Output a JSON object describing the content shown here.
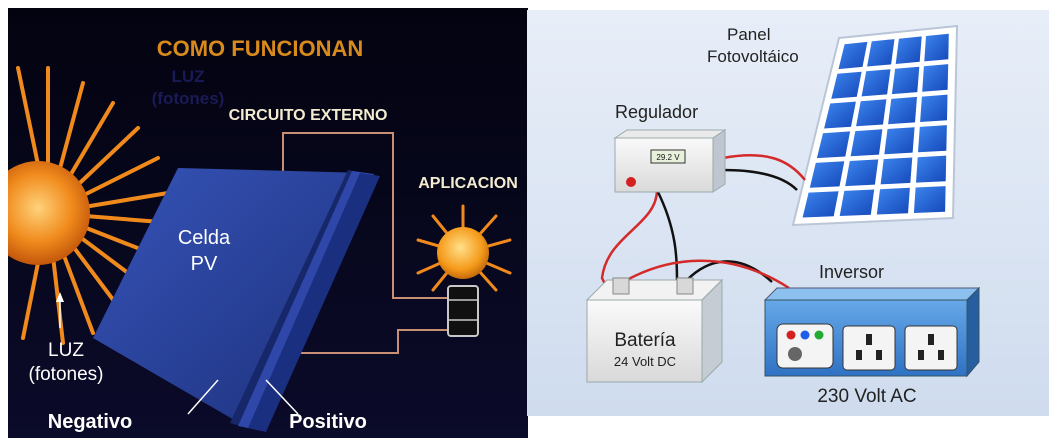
{
  "left_panel": {
    "title": "COMO FUNCIONAN",
    "faint_label_line1": "LUZ",
    "faint_label_line2": "(fotones)",
    "circuit_label": "CIRCUITO EXTERNO",
    "application_label": "APLICACION",
    "cell_label_line1": "Celda",
    "cell_label_line2": "PV",
    "light_label_line1": "LUZ",
    "light_label_line2": "(fotones)",
    "negative_label": "Negativo",
    "positive_label": "Positivo",
    "colors": {
      "title": "#d98a1c",
      "background": "#05051a",
      "cell": "#27419a",
      "sun": "#f08a1c"
    }
  },
  "right_panel": {
    "panel_label_line1": "Panel",
    "panel_label_line2": "Fotovoltáico",
    "regulator_label": "Regulador",
    "regulator_display": "29.2 V",
    "battery_label": "Batería",
    "battery_spec": "24 Volt DC",
    "inverter_label": "Inversor",
    "inverter_spec": "230 Volt AC",
    "colors": {
      "background": "#dbe6f4",
      "solar_cells": "#1a5fd6",
      "wire_red": "#d42a2a",
      "wire_black": "#111111"
    }
  }
}
